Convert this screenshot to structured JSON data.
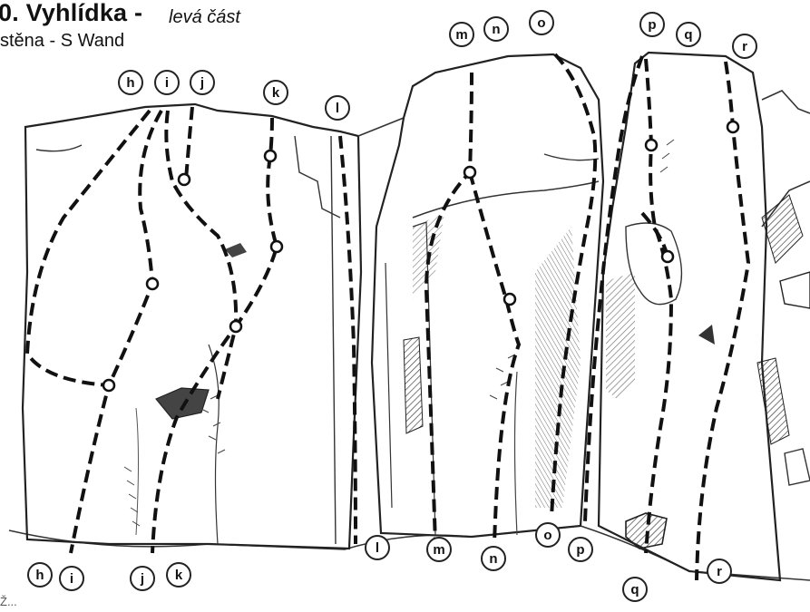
{
  "header": {
    "title": "0. Vyhlídka -",
    "subtitle": "levá část",
    "wall": "stěna - S Wand"
  },
  "footer": {
    "note": "Ž..."
  },
  "route_labels_top": [
    "h",
    "i",
    "j",
    "k",
    "l",
    "m",
    "n",
    "o",
    "p",
    "q",
    "r"
  ],
  "route_labels_bottom": [
    "h",
    "i",
    "j",
    "k",
    "l",
    "m",
    "n",
    "o",
    "p",
    "q",
    "r"
  ],
  "colors": {
    "ink": "#111111",
    "paper": "#ffffff",
    "shade": "#555555"
  }
}
